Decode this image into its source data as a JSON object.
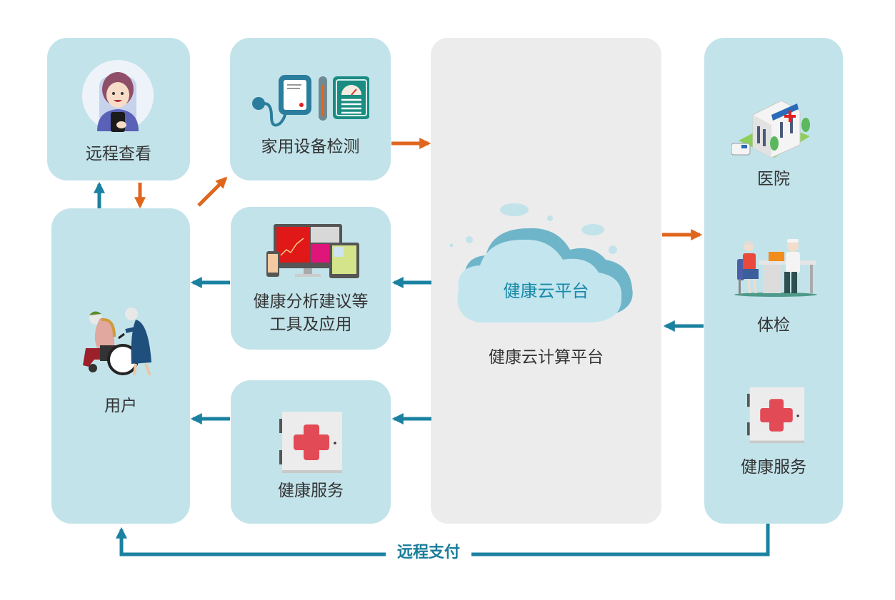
{
  "nodes": {
    "remote_view": {
      "label": "远程查看",
      "icon": "woman-with-phone-icon"
    },
    "home_device": {
      "label": "家用设备检测",
      "icon": "medical-devices-icon"
    },
    "user": {
      "label": "用户",
      "icon": "elderly-wheelchair-icon"
    },
    "analysis_tools": {
      "label_line1": "健康分析建议等",
      "label_line2": "工具及应用",
      "icon": "multi-device-icon"
    },
    "health_service_left": {
      "label": "健康服务",
      "icon": "first-aid-kit-icon"
    },
    "cloud_platform": {
      "cloud_label": "健康云平台",
      "label": "健康云计算平台",
      "icon": "cloud-icon"
    },
    "hospital": {
      "label": "医院",
      "icon": "hospital-building-icon"
    },
    "checkup": {
      "label": "体检",
      "icon": "doctor-consultation-icon"
    },
    "health_service_right": {
      "label": "健康服务",
      "icon": "first-aid-kit-icon"
    }
  },
  "edges": {
    "remote_payment_label": "远程支付"
  },
  "colors": {
    "node_fill": "#c2e3ea",
    "platform_fill": "#ececec",
    "arrow_blue": "#1a82a0",
    "arrow_orange": "#e0661e"
  }
}
